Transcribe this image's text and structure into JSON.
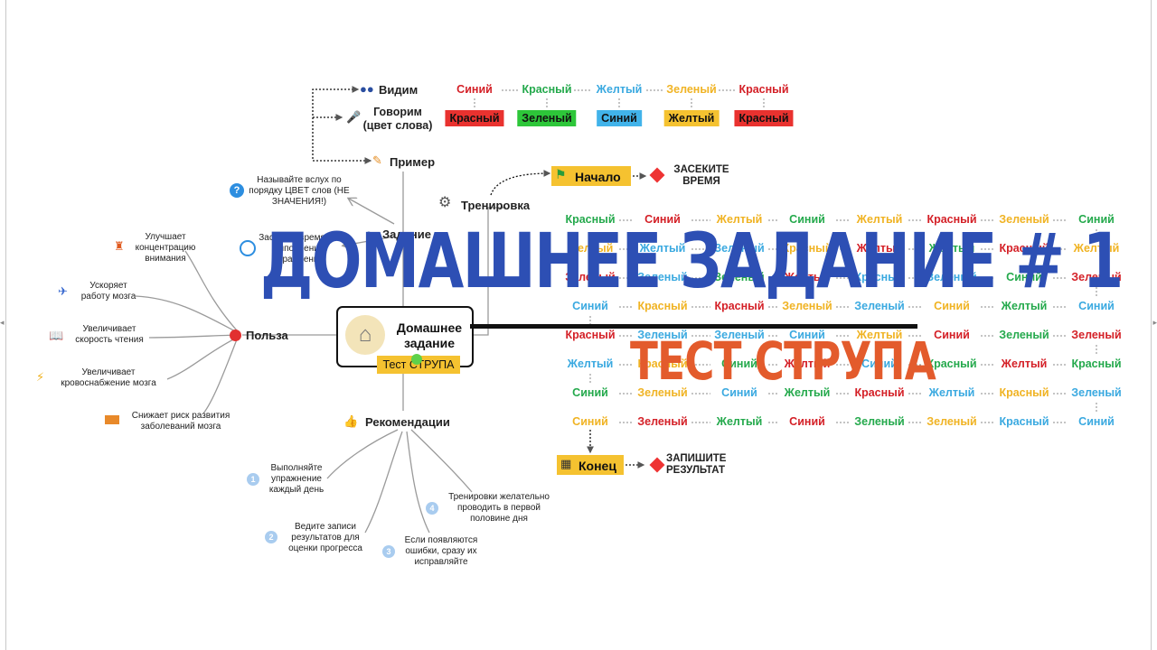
{
  "center": {
    "title": "Домашнее задание",
    "tag": "Тест СТРУПА"
  },
  "branches": {
    "example": "Пример",
    "see": "Видим",
    "speak": "Говорим (цвет слова)",
    "task": "Задание",
    "task_desc1": "Называйте вслух по порядку ЦВЕТ слов (НЕ ЗНАЧЕНИЯ!)",
    "task_desc2": "Засеките время на выполнение упражнения",
    "training": "Тренировка",
    "start": "Начало",
    "start_note": "ЗАСЕКИТЕ ВРЕМЯ",
    "end": "Конец",
    "end_note": "ЗАПИШИТЕ РЕЗУЛЬТАТ",
    "benefit": "Польза",
    "recommendations": "Рекомендации"
  },
  "benefits": [
    "Улучшает концентрацию внимания",
    "Ускоряет работу мозга",
    "Увеличивает скорость чтения",
    "Увеличивает кровоснабжение мозга",
    "Снижает риск развития заболеваний мозга"
  ],
  "recommendations": [
    {
      "num": "1",
      "text": "Выполняйте упражнение каждый день"
    },
    {
      "num": "2",
      "text": "Ведите записи результатов для оценки прогресса"
    },
    {
      "num": "3",
      "text": "Если появляются ошибки, сразу их исправляйте"
    },
    {
      "num": "4",
      "text": "Тренировки желательно проводить в первой половине дня"
    }
  ],
  "example_words": [
    {
      "word": "Синий",
      "color": "#d42027"
    },
    {
      "word": "Красный",
      "color": "#24a94c"
    },
    {
      "word": "Желтый",
      "color": "#3aa9e0"
    },
    {
      "word": "Зеленый",
      "color": "#f0b323"
    },
    {
      "word": "Красный",
      "color": "#d42027"
    }
  ],
  "example_chips": [
    {
      "word": "Красный",
      "bg": "#e9322f"
    },
    {
      "word": "Зеленый",
      "bg": "#2dc639"
    },
    {
      "word": "Синий",
      "bg": "#41b3ea"
    },
    {
      "word": "Желтый",
      "bg": "#f5c230"
    },
    {
      "word": "Красный",
      "bg": "#e9322f"
    }
  ],
  "palette": {
    "R": "#d42027",
    "G": "#24a94c",
    "B": "#3aa9e0",
    "Y": "#f0b323"
  },
  "grid": [
    [
      [
        "Красный",
        "G"
      ],
      [
        "Синий",
        "R"
      ],
      [
        "Желтый",
        "Y"
      ],
      [
        "Синий",
        "G"
      ],
      [
        "Желтый",
        "Y"
      ],
      [
        "Красный",
        "R"
      ],
      [
        "Зеленый",
        "Y"
      ],
      [
        "Синий",
        "G"
      ]
    ],
    [
      [
        "Желтый",
        "Y"
      ],
      [
        "Желтый",
        "B"
      ],
      [
        "Зеленый",
        "B"
      ],
      [
        "Красный",
        "Y"
      ],
      [
        "Желтый",
        "R"
      ],
      [
        "Желтый",
        "G"
      ],
      [
        "Красный",
        "R"
      ],
      [
        "Желтый",
        "Y"
      ]
    ],
    [
      [
        "Зеленый",
        "R"
      ],
      [
        "Зеленый",
        "B"
      ],
      [
        "Зеленый",
        "G"
      ],
      [
        "Желтый",
        "R"
      ],
      [
        "Красный",
        "B"
      ],
      [
        "Зеленый",
        "B"
      ],
      [
        "Синий",
        "G"
      ],
      [
        "Зеленый",
        "R"
      ]
    ],
    [
      [
        "Синий",
        "B"
      ],
      [
        "Красный",
        "Y"
      ],
      [
        "Красный",
        "R"
      ],
      [
        "Зеленый",
        "Y"
      ],
      [
        "Зеленый",
        "B"
      ],
      [
        "Синий",
        "Y"
      ],
      [
        "Желтый",
        "G"
      ],
      [
        "Синий",
        "B"
      ]
    ],
    [
      [
        "Красный",
        "R"
      ],
      [
        "Зеленый",
        "B"
      ],
      [
        "Зеленый",
        "B"
      ],
      [
        "Синий",
        "B"
      ],
      [
        "Желтый",
        "Y"
      ],
      [
        "Синий",
        "R"
      ],
      [
        "Зеленый",
        "G"
      ],
      [
        "Зеленый",
        "R"
      ]
    ],
    [
      [
        "Желтый",
        "B"
      ],
      [
        "Красный",
        "Y"
      ],
      [
        "Синий",
        "G"
      ],
      [
        "Желтый",
        "R"
      ],
      [
        "Синий",
        "B"
      ],
      [
        "Красный",
        "G"
      ],
      [
        "Желтый",
        "R"
      ],
      [
        "Красный",
        "G"
      ]
    ],
    [
      [
        "Синий",
        "G"
      ],
      [
        "Зеленый",
        "Y"
      ],
      [
        "Синий",
        "B"
      ],
      [
        "Желтый",
        "G"
      ],
      [
        "Красный",
        "R"
      ],
      [
        "Желтый",
        "B"
      ],
      [
        "Красный",
        "Y"
      ],
      [
        "Зеленый",
        "B"
      ]
    ],
    [
      [
        "Синий",
        "Y"
      ],
      [
        "Зеленый",
        "R"
      ],
      [
        "Желтый",
        "G"
      ],
      [
        "Синий",
        "R"
      ],
      [
        "Зеленый",
        "G"
      ],
      [
        "Зеленый",
        "Y"
      ],
      [
        "Красный",
        "B"
      ],
      [
        "Синий",
        "B"
      ]
    ]
  ],
  "overlay": {
    "title": "ДОМАШНЕЕ ЗАДАНИЕ # 1",
    "subtitle": "ТЕСТ СТРУПА"
  }
}
